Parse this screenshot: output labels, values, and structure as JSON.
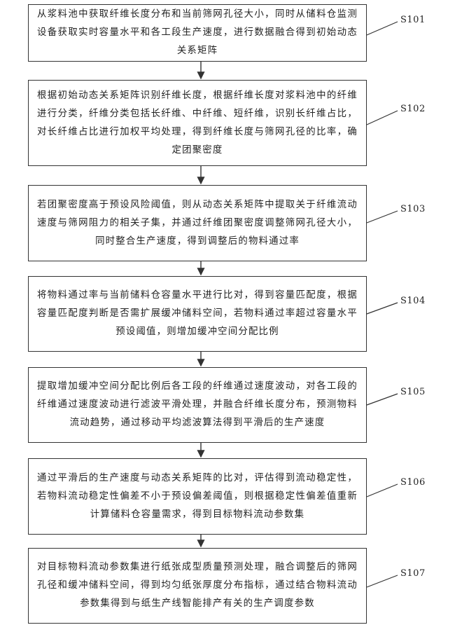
{
  "steps": [
    {
      "id": "S101",
      "text": "从浆料池中获取纤维长度分布和当前筛网孔径大小，同时从储料仓监测设备获取实时容量水平和各工段生产速度，进行数据融合得到初始动态关系矩阵"
    },
    {
      "id": "S102",
      "text": "根据初始动态关系矩阵识别纤维长度，根据纤维长度对浆料池中的纤维进行分类，纤维分类包括长纤维、中纤维、短纤维，识别长纤维占比，对长纤维占比进行加权平均处理，得到纤维长度与筛网孔径的比率，确定团聚密度"
    },
    {
      "id": "S103",
      "text": "若团聚密度高于预设风险阈值，则从动态关系矩阵中提取关于纤维流动速度与筛网阻力的相关子集，并通过纤维团聚密度调整筛网孔径大小，同时整合生产速度，得到调整后的物料通过率"
    },
    {
      "id": "S104",
      "text": "将物料通过率与当前储料仓容量水平进行比对，得到容量匹配度，根据容量匹配度判断是否需扩展缓冲储料空间，若物料通过率超过容量水平预设阈值，则增加缓冲空间分配比例"
    },
    {
      "id": "S105",
      "text": "提取增加缓冲空间分配比例后各工段的纤维通过速度波动，对各工段的纤维通过速度波动进行滤波平滑处理，并融合纤维长度分布，预测物料流动趋势，通过移动平均滤波算法得到平滑后的生产速度"
    },
    {
      "id": "S106",
      "text": "通过平滑后的生产速度与动态关系矩阵的比对，评估得到流动稳定性，若物料流动稳定性偏差不小于预设偏差阈值，则根据稳定性偏差值重新计算储料仓容量需求，得到目标物料流动参数集"
    },
    {
      "id": "S107",
      "text": "对目标物料流动参数集进行纸张成型质量预测处理，融合调整后的筛网孔径和缓冲储料空间，得到均匀纸张厚度分布指标，通过结合物料流动参数集得到与纸生产线智能排产有关的生产调度参数"
    }
  ]
}
